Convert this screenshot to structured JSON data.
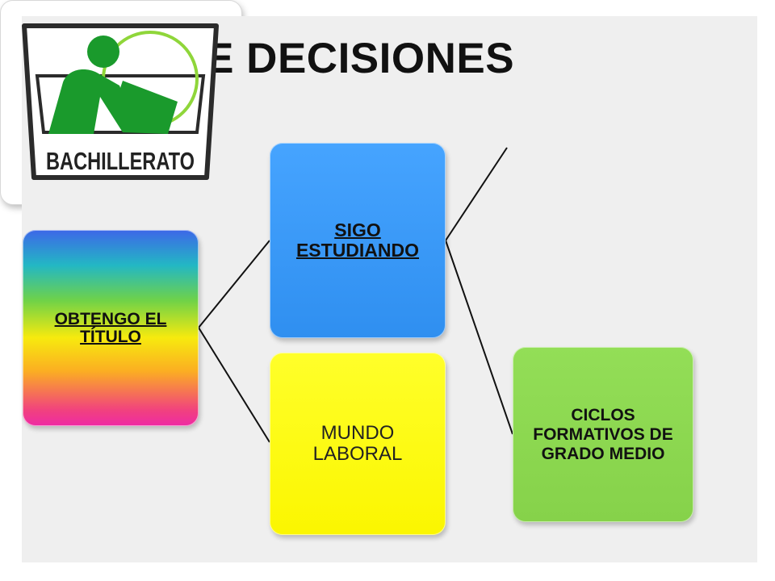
{
  "title": "TOMA DE DECISIONES",
  "nodes": {
    "titulo": "OBTENGO EL TÍTULO",
    "sigo": "SIGO ESTUDIANDO",
    "mundo": "MUNDO LABORAL",
    "ciclos": "CICLOS FORMATIVOS DE GRADO MEDIO"
  },
  "logo": {
    "text": "BACHILLERATO",
    "colors": {
      "frame": "#2b2b2b",
      "figure": "#1a9a2c",
      "ring": "#8fd63a"
    }
  },
  "colors": {
    "slide_background": "#efefef",
    "sigo": "#3399ff",
    "mundo": "#ffff00",
    "ciclos": "#8fd74f",
    "connector": "#111111"
  }
}
